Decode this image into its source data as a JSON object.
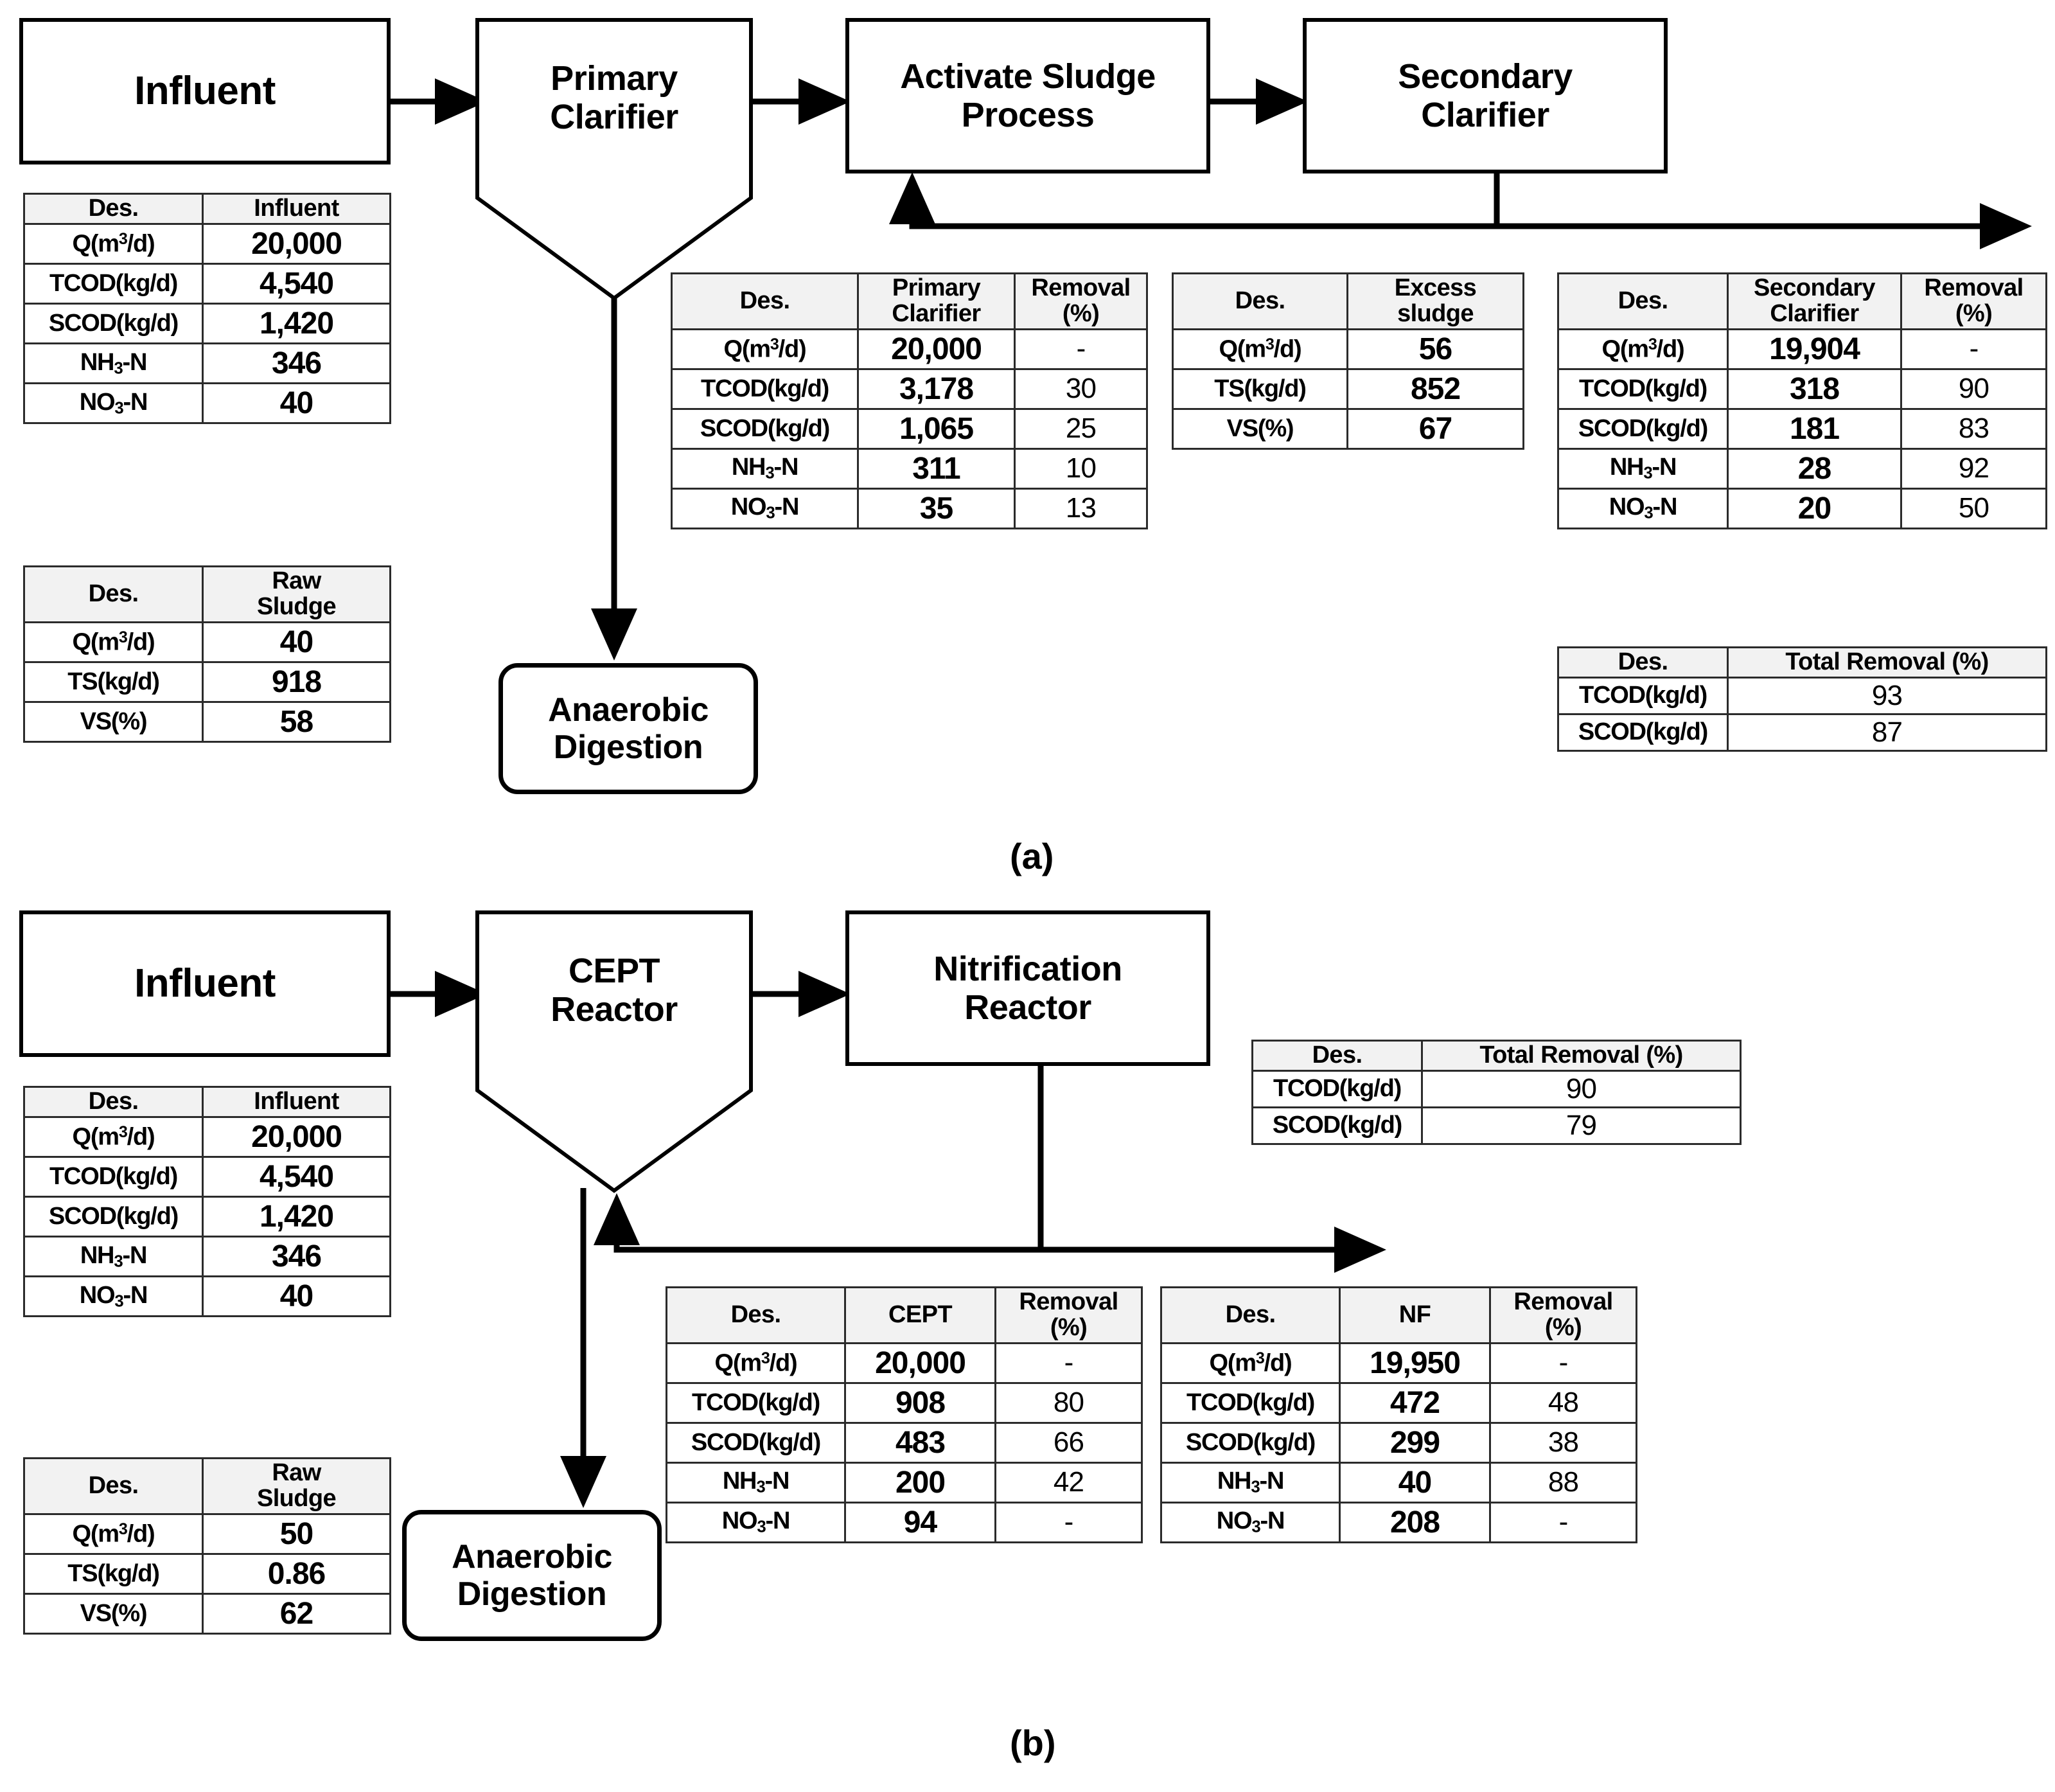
{
  "figure": {
    "panel_a_caption": "(a)",
    "panel_b_caption": "(b)"
  },
  "units": {
    "q": "Q(m3/d)",
    "tcod": "TCOD(kg/d)",
    "scod": "SCOD(kg/d)",
    "nh3n": "NH3-N",
    "no3n": "NO3-N",
    "ts": "TS(kg/d)",
    "vs": "VS(%)",
    "des": "Des."
  },
  "panel_a": {
    "nodes": {
      "influent": "Influent",
      "primary_clarifier": "Primary\nClarifier",
      "primary_clarifier_l1": "Primary",
      "primary_clarifier_l2": "Clarifier",
      "activated_sludge_l1": "Activate Sludge",
      "activated_sludge_l2": "Process",
      "secondary_clarifier_l1": "Secondary",
      "secondary_clarifier_l2": "Clarifier",
      "anaerobic_digestion_l1": "Anaerobic",
      "anaerobic_digestion_l2": "Digestion"
    },
    "influent_table": {
      "headers": [
        "Des.",
        "Influent"
      ],
      "rows": [
        {
          "label": "Q(m3/d)",
          "value": "20,000"
        },
        {
          "label": "TCOD(kg/d)",
          "value": "4,540"
        },
        {
          "label": "SCOD(kg/d)",
          "value": "1,420"
        },
        {
          "label": "NH3-N",
          "value": "346"
        },
        {
          "label": "NO3-N",
          "value": "40"
        }
      ]
    },
    "raw_sludge_table": {
      "headers": [
        "Des.",
        "Raw Sludge"
      ],
      "header_col2_l1": "Raw",
      "header_col2_l2": "Sludge",
      "rows": [
        {
          "label": "Q(m3/d)",
          "value": "40"
        },
        {
          "label": "TS(kg/d)",
          "value": "918"
        },
        {
          "label": "VS(%)",
          "value": "58"
        }
      ]
    },
    "primary_clarifier_table": {
      "headers": [
        "Des.",
        "Primary Clarifier",
        "Removal (%)"
      ],
      "header_col2_l1": "Primary",
      "header_col2_l2": "Clarifier",
      "header_col3_l1": "Removal",
      "header_col3_l2": "(%)",
      "rows": [
        {
          "label": "Q(m3/d)",
          "value": "20,000",
          "removal": "-"
        },
        {
          "label": "TCOD(kg/d)",
          "value": "3,178",
          "removal": "30"
        },
        {
          "label": "SCOD(kg/d)",
          "value": "1,065",
          "removal": "25"
        },
        {
          "label": "NH3-N",
          "value": "311",
          "removal": "10"
        },
        {
          "label": "NO3-N",
          "value": "35",
          "removal": "13"
        }
      ]
    },
    "excess_sludge_table": {
      "headers": [
        "Des.",
        "Excess sludge"
      ],
      "header_col2_l1": "Excess",
      "header_col2_l2": "sludge",
      "rows": [
        {
          "label": "Q(m3/d)",
          "value": "56"
        },
        {
          "label": "TS(kg/d)",
          "value": "852"
        },
        {
          "label": "VS(%)",
          "value": "67"
        }
      ]
    },
    "secondary_clarifier_table": {
      "headers": [
        "Des.",
        "Secondary Clarifier",
        "Removal (%)"
      ],
      "header_col2_l1": "Secondary",
      "header_col2_l2": "Clarifier",
      "header_col3_l1": "Removal",
      "header_col3_l2": "(%)",
      "rows": [
        {
          "label": "Q(m3/d)",
          "value": "19,904",
          "removal": "-"
        },
        {
          "label": "TCOD(kg/d)",
          "value": "318",
          "removal": "90"
        },
        {
          "label": "SCOD(kg/d)",
          "value": "181",
          "removal": "83"
        },
        {
          "label": "NH3-N",
          "value": "28",
          "removal": "92"
        },
        {
          "label": "NO3-N",
          "value": "20",
          "removal": "50"
        }
      ]
    },
    "total_removal_table": {
      "headers": [
        "Des.",
        "Total Removal (%)"
      ],
      "rows": [
        {
          "label": "TCOD(kg/d)",
          "value": "93"
        },
        {
          "label": "SCOD(kg/d)",
          "value": "87"
        }
      ]
    }
  },
  "panel_b": {
    "nodes": {
      "influent": "Influent",
      "cept_reactor_l1": "CEPT",
      "cept_reactor_l2": "Reactor",
      "nitrification_reactor_l1": "Nitrification",
      "nitrification_reactor_l2": "Reactor",
      "anaerobic_digestion_l1": "Anaerobic",
      "anaerobic_digestion_l2": "Digestion"
    },
    "influent_table": {
      "headers": [
        "Des.",
        "Influent"
      ],
      "rows": [
        {
          "label": "Q(m3/d)",
          "value": "20,000"
        },
        {
          "label": "TCOD(kg/d)",
          "value": "4,540"
        },
        {
          "label": "SCOD(kg/d)",
          "value": "1,420"
        },
        {
          "label": "NH3-N",
          "value": "346"
        },
        {
          "label": "NO3-N",
          "value": "40"
        }
      ]
    },
    "raw_sludge_table": {
      "headers": [
        "Des.",
        "Raw Sludge"
      ],
      "header_col2_l1": "Raw",
      "header_col2_l2": "Sludge",
      "rows": [
        {
          "label": "Q(m3/d)",
          "value": "50"
        },
        {
          "label": "TS(kg/d)",
          "value": "0.86"
        },
        {
          "label": "VS(%)",
          "value": "62"
        }
      ]
    },
    "cept_table": {
      "headers": [
        "Des.",
        "CEPT",
        "Removal (%)"
      ],
      "header_col3_l1": "Removal",
      "header_col3_l2": "(%)",
      "rows": [
        {
          "label": "Q(m3/d)",
          "value": "20,000",
          "removal": "-"
        },
        {
          "label": "TCOD(kg/d)",
          "value": "908",
          "removal": "80"
        },
        {
          "label": "SCOD(kg/d)",
          "value": "483",
          "removal": "66"
        },
        {
          "label": "NH3-N",
          "value": "200",
          "removal": "42"
        },
        {
          "label": "NO3-N",
          "value": "94",
          "removal": "-"
        }
      ]
    },
    "nf_table": {
      "headers": [
        "Des.",
        "NF",
        "Removal (%)"
      ],
      "header_col3_l1": "Removal",
      "header_col3_l2": "(%)",
      "rows": [
        {
          "label": "Q(m3/d)",
          "value": "19,950",
          "removal": "-"
        },
        {
          "label": "TCOD(kg/d)",
          "value": "472",
          "removal": "48"
        },
        {
          "label": "SCOD(kg/d)",
          "value": "299",
          "removal": "38"
        },
        {
          "label": "NH3-N",
          "value": "40",
          "removal": "88"
        },
        {
          "label": "NO3-N",
          "value": "208",
          "removal": "-"
        }
      ]
    },
    "total_removal_table": {
      "headers": [
        "Des.",
        "Total Removal (%)"
      ],
      "rows": [
        {
          "label": "TCOD(kg/d)",
          "value": "90"
        },
        {
          "label": "SCOD(kg/d)",
          "value": "79"
        }
      ]
    }
  },
  "colors": {
    "line": "#000000",
    "header_bg": "#f2f2f2",
    "border": "#2b2b2b"
  }
}
